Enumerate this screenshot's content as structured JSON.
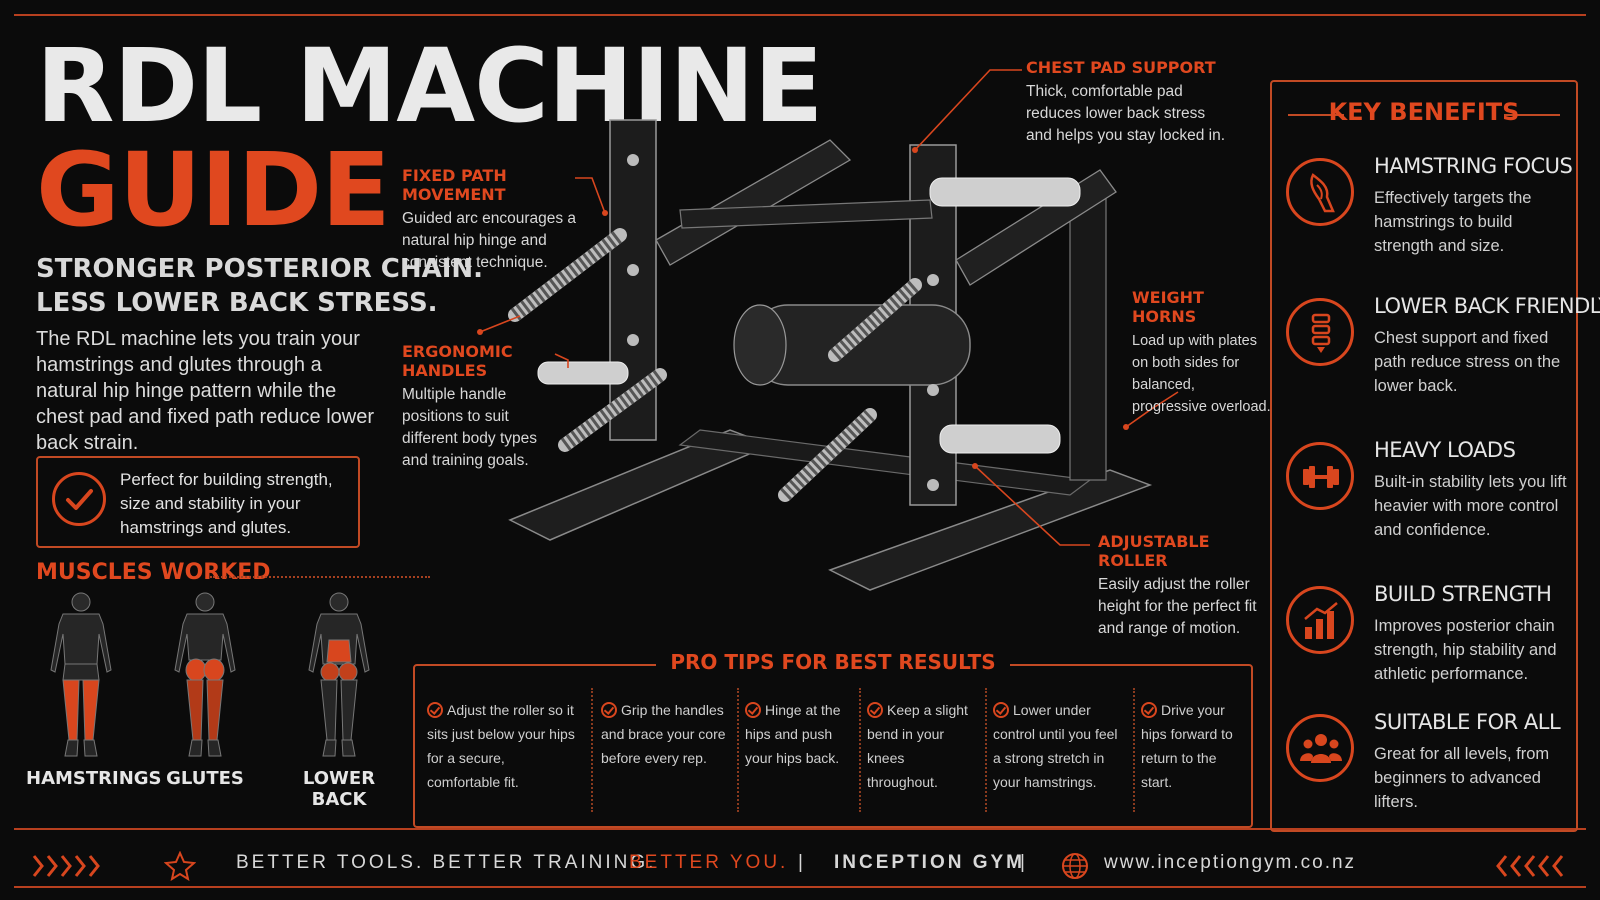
{
  "title": {
    "line1": "RDL MACHINE",
    "line2": "GUIDE"
  },
  "subtitle": {
    "line1": "STRONGER POSTERIOR CHAIN.",
    "line2": "LESS LOWER BACK STRESS."
  },
  "intro": "The RDL machine lets you train your hamstrings and glutes through a natural hip hinge pattern while the chest pad and fixed path reduce lower back strain.",
  "callout": "Perfect for building strength, size and stability in your hamstrings and glutes.",
  "muscles": {
    "heading": "MUSCLES WORKED",
    "items": [
      "HAMSTRINGS",
      "GLUTES",
      "LOWER BACK"
    ]
  },
  "annotations": {
    "chest_pad": {
      "title": "CHEST PAD SUPPORT",
      "text": "Thick, comfortable pad reduces lower back stress and helps you stay locked in."
    },
    "fixed_path": {
      "title": "FIXED PATH MOVEMENT",
      "text": "Guided arc encourages a natural hip hinge and consistent technique."
    },
    "handles": {
      "title": "ERGONOMIC HANDLES",
      "text": "Multiple handle positions to suit different body types and training goals."
    },
    "horns": {
      "title": "WEIGHT HORNS",
      "text": "Load up with plates on both sides for balanced, progressive overload."
    },
    "roller": {
      "title": "ADJUSTABLE ROLLER",
      "text": "Easily adjust the roller height for the perfect fit and range of motion."
    }
  },
  "tips": {
    "heading": "PRO TIPS FOR BEST RESULTS",
    "items": [
      "Adjust the roller so it sits just below your hips for a secure, comfortable fit.",
      "Grip the handles and brace your core before every rep.",
      "Hinge at the hips and push your hips back.",
      "Keep a slight bend in your knees throughout.",
      "Lower under control until you feel a strong stretch in your hamstrings.",
      "Drive your hips forward to return to the start."
    ]
  },
  "benefits": {
    "heading": "KEY BENEFITS",
    "items": [
      {
        "title": "HAMSTRING FOCUS",
        "text": "Effectively targets the hamstrings to build strength and size.",
        "icon": "leg-muscle-icon"
      },
      {
        "title": "LOWER BACK FRIENDLY",
        "text": "Chest support and fixed path reduce stress on the lower back.",
        "icon": "spine-icon"
      },
      {
        "title": "HEAVY LOADS",
        "text": "Built-in stability lets you lift heavier with more control and confidence.",
        "icon": "dumbbell-icon"
      },
      {
        "title": "BUILD STRENGTH",
        "text": "Improves posterior chain strength, hip stability and athletic performance.",
        "icon": "growth-chart-icon"
      },
      {
        "title": "SUITABLE FOR ALL",
        "text": "Great for all levels, from beginners to advanced lifters.",
        "icon": "group-icon"
      }
    ]
  },
  "footer": {
    "tagline_a": "BETTER TOOLS. BETTER TRAINING.",
    "tagline_b": "BETTER YOU.",
    "sep": "|",
    "brand": "INCEPTION GYM",
    "url": "www.inceptiongym.co.nz"
  },
  "colors": {
    "accent": "#e0481f",
    "background": "#0b0b0b",
    "text": "#e8e8e8"
  }
}
